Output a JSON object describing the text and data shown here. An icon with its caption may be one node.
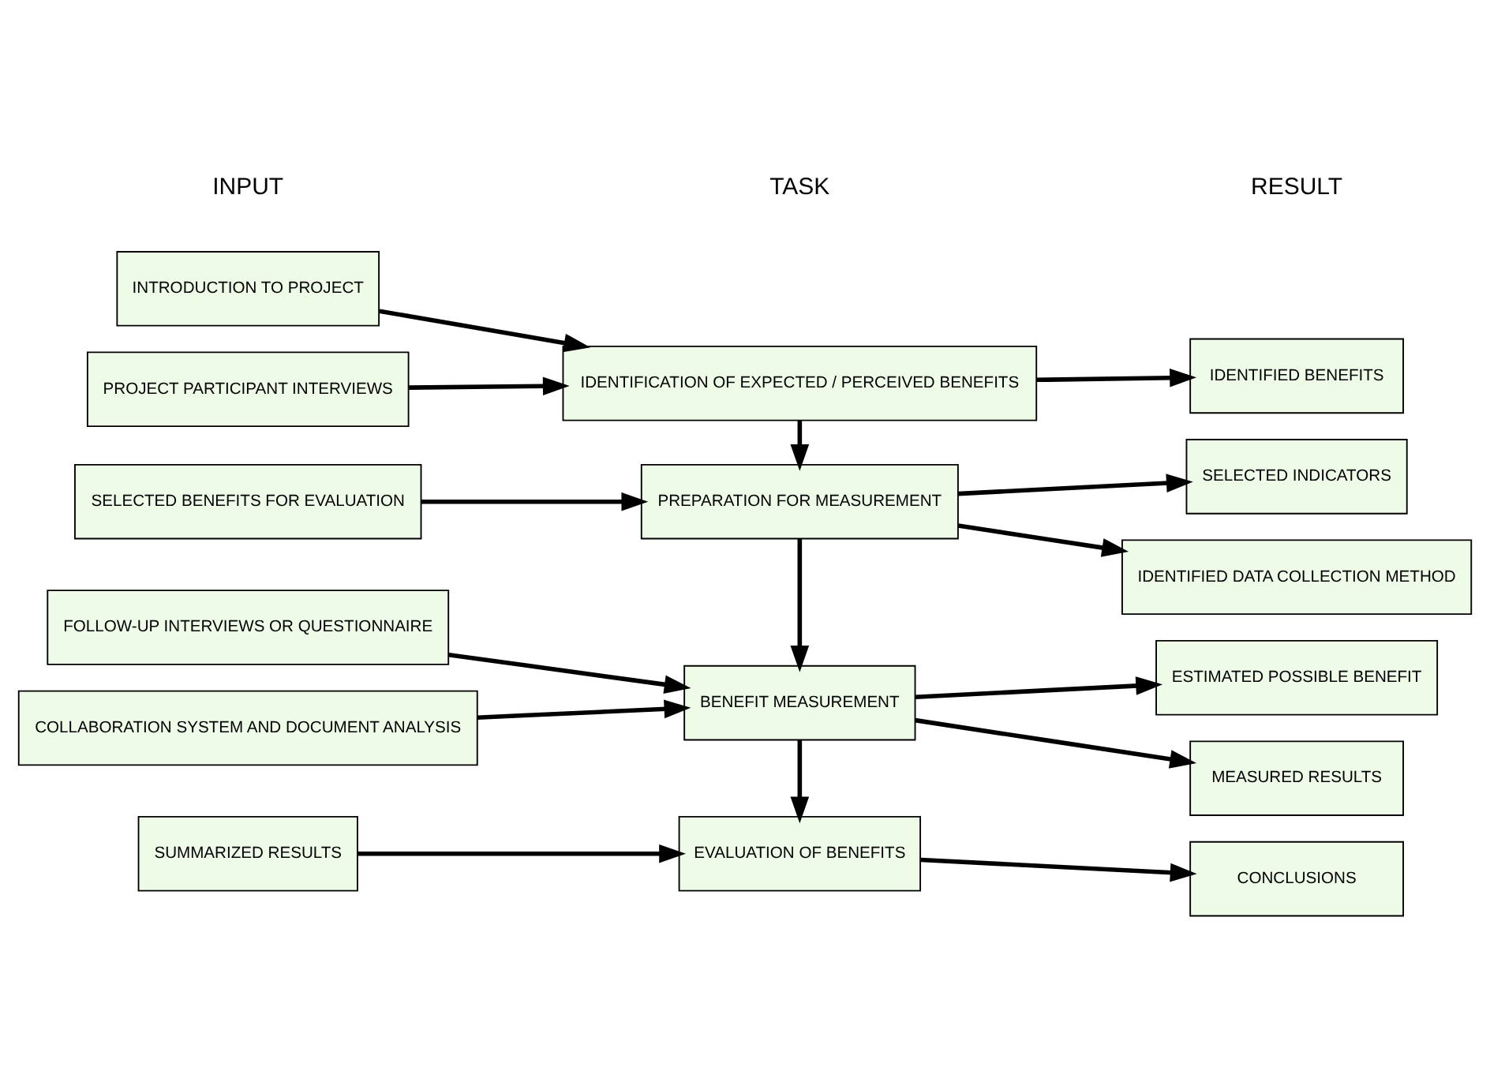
{
  "diagram": {
    "nodes": [
      {
        "text": [
          "INTRODUCTION TO PROJECT"
        ]
      },
      {
        "text": [
          "IDENTIFICATION OF EXPECTED / PERCEIVED BENEFITS"
        ]
      },
      {
        "text": [
          "IDENTIFIED BENEFITS"
        ]
      },
      {
        "text": [
          "PROJECT PARTICIPANT INTERVIEWS"
        ]
      },
      {
        "text": [
          "SELECTED BENEFITS FOR EVALUATION"
        ]
      },
      {
        "text": [
          "PREPARATION FOR MEASUREMENT"
        ]
      },
      {
        "text": [
          "SELECTED INDICATORS"
        ]
      },
      {
        "text": [
          "IDENTIFIED DATA COLLECTION METHOD"
        ]
      },
      {
        "text": [
          "FOLLOW-UP INTERVIEWS OR QUESTIONNAIRE"
        ]
      },
      {
        "text": [
          "ESTIMATED POSSIBLE BENEFIT"
        ]
      },
      {
        "text": [
          "BENEFIT MEASUREMENT"
        ]
      },
      {
        "text": [
          "COLLABORATION SYSTEM AND DOCUMENT ANALYSIS"
        ]
      },
      {
        "text": [
          "MEASURED RESULTS"
        ]
      },
      {
        "text": [
          "SUMMARIZED RESULTS"
        ]
      },
      {
        "text": [
          "EVALUATION OF BENEFITS"
        ]
      },
      {
        "text": [
          "CONCLUSIONS"
        ]
      }
    ],
    "edges": [
      {
        "from": 0,
        "to": 1,
        "arrow": "to"
      },
      {
        "from": 3,
        "to": 1,
        "arrow": "to"
      },
      {
        "from": 1,
        "to": 2,
        "arrow": "to"
      },
      {
        "from": 1,
        "to": 5,
        "arrow": "to"
      },
      {
        "from": 4,
        "to": 5,
        "arrow": "to"
      },
      {
        "from": 5,
        "to": 6,
        "arrow": "to"
      },
      {
        "from": 5,
        "to": 7,
        "arrow": "to"
      },
      {
        "from": 5,
        "to": 10,
        "arrow": "to"
      },
      {
        "from": 8,
        "to": 10,
        "arrow": "to"
      },
      {
        "from": 11,
        "to": 10,
        "arrow": "to"
      },
      {
        "from": 10,
        "to": 9,
        "arrow": "to"
      },
      {
        "from": 10,
        "to": 12,
        "arrow": "to"
      },
      {
        "from": 10,
        "to": 14,
        "arrow": "to"
      },
      {
        "from": 13,
        "to": 14,
        "arrow": "to"
      },
      {
        "from": 14,
        "to": 15,
        "arrow": "to"
      }
    ],
    "labels": [
      "INPUT",
      "TASK",
      "RESULT"
    ]
  }
}
